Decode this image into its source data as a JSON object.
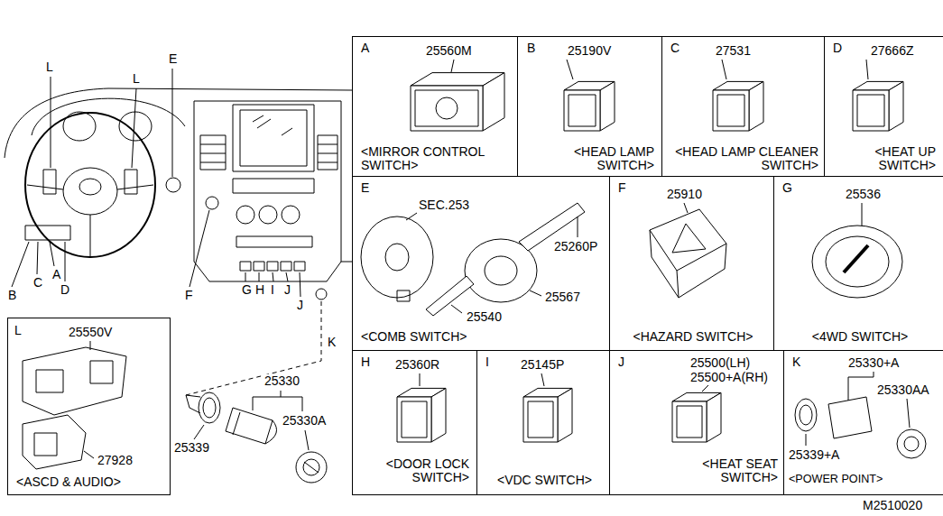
{
  "diagram": {
    "nodes": [
      {
        "text": [
          "A",
          "25560M",
          "<MIRROR CONTROL SWITCH>"
        ]
      },
      {
        "text": [
          "B",
          "25190V",
          "<HEAD LAMP SWITCH>"
        ]
      },
      {
        "text": [
          "C",
          "27531",
          "<HEAD LAMP CLEANER SWITCH>"
        ]
      },
      {
        "text": [
          "D",
          "27666Z",
          "<HEAT UP SWITCH>"
        ]
      },
      {
        "text": [
          "E",
          "SEC.253",
          "25260P",
          "25567",
          "25540",
          "<COMB SWITCH>"
        ]
      },
      {
        "text": [
          "F",
          "25910",
          "<HAZARD SWITCH>"
        ]
      },
      {
        "text": [
          "G",
          "25536",
          "<4WD SWITCH>"
        ]
      },
      {
        "text": [
          "L",
          "25550V",
          "27928",
          "<ASCD & AUDIO>"
        ]
      },
      {
        "text": [
          "H",
          "25360R",
          "<DOOR LOCK SWITCH>"
        ]
      },
      {
        "text": [
          "I",
          "25145P",
          "<VDC SWITCH>"
        ]
      },
      {
        "text": [
          "J",
          "25500(LH)",
          "25500+A(RH)",
          "<HEAT SEAT SWITCH>"
        ]
      },
      {
        "text": [
          "K",
          "25330+A",
          "25330AA",
          "25339+A",
          "<POWER POINT>"
        ]
      }
    ],
    "labels": [
      "E",
      "L",
      "L",
      "B",
      "C",
      "A",
      "D",
      "F",
      "G",
      "H",
      "I",
      "J",
      "J",
      "K",
      "25330",
      "25330A",
      "25339",
      "M2510020"
    ]
  }
}
